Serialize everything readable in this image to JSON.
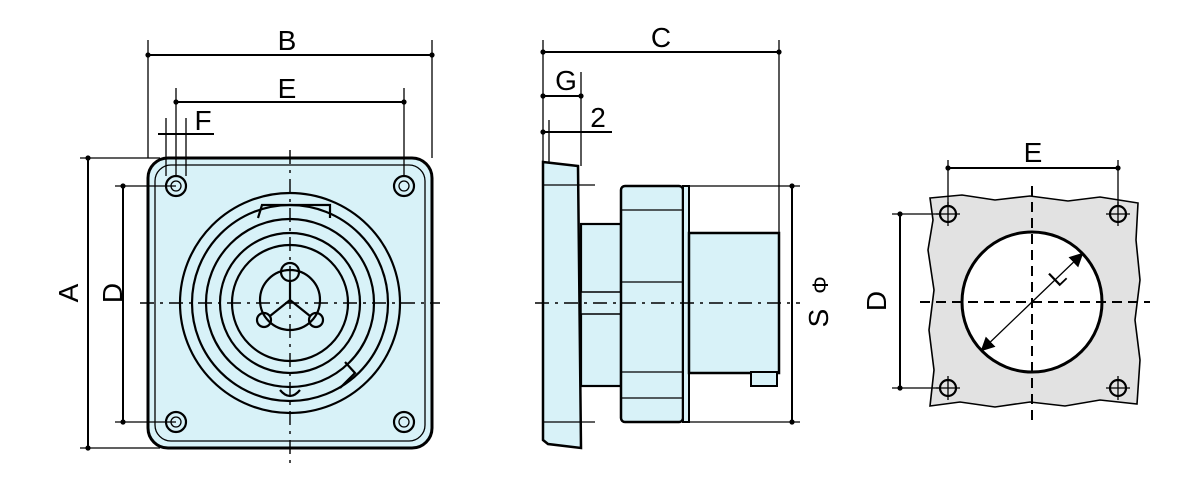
{
  "labels": {
    "A": "A",
    "B": "B",
    "C": "C",
    "D": "D",
    "E": "E",
    "F": "F",
    "G": "G",
    "two": "2",
    "S": "S",
    "phi": "Φ",
    "L": "L"
  },
  "colors": {
    "body_fill": "#d8f2f8",
    "panel_fill": "#e2e2e2",
    "line": "#000000"
  }
}
